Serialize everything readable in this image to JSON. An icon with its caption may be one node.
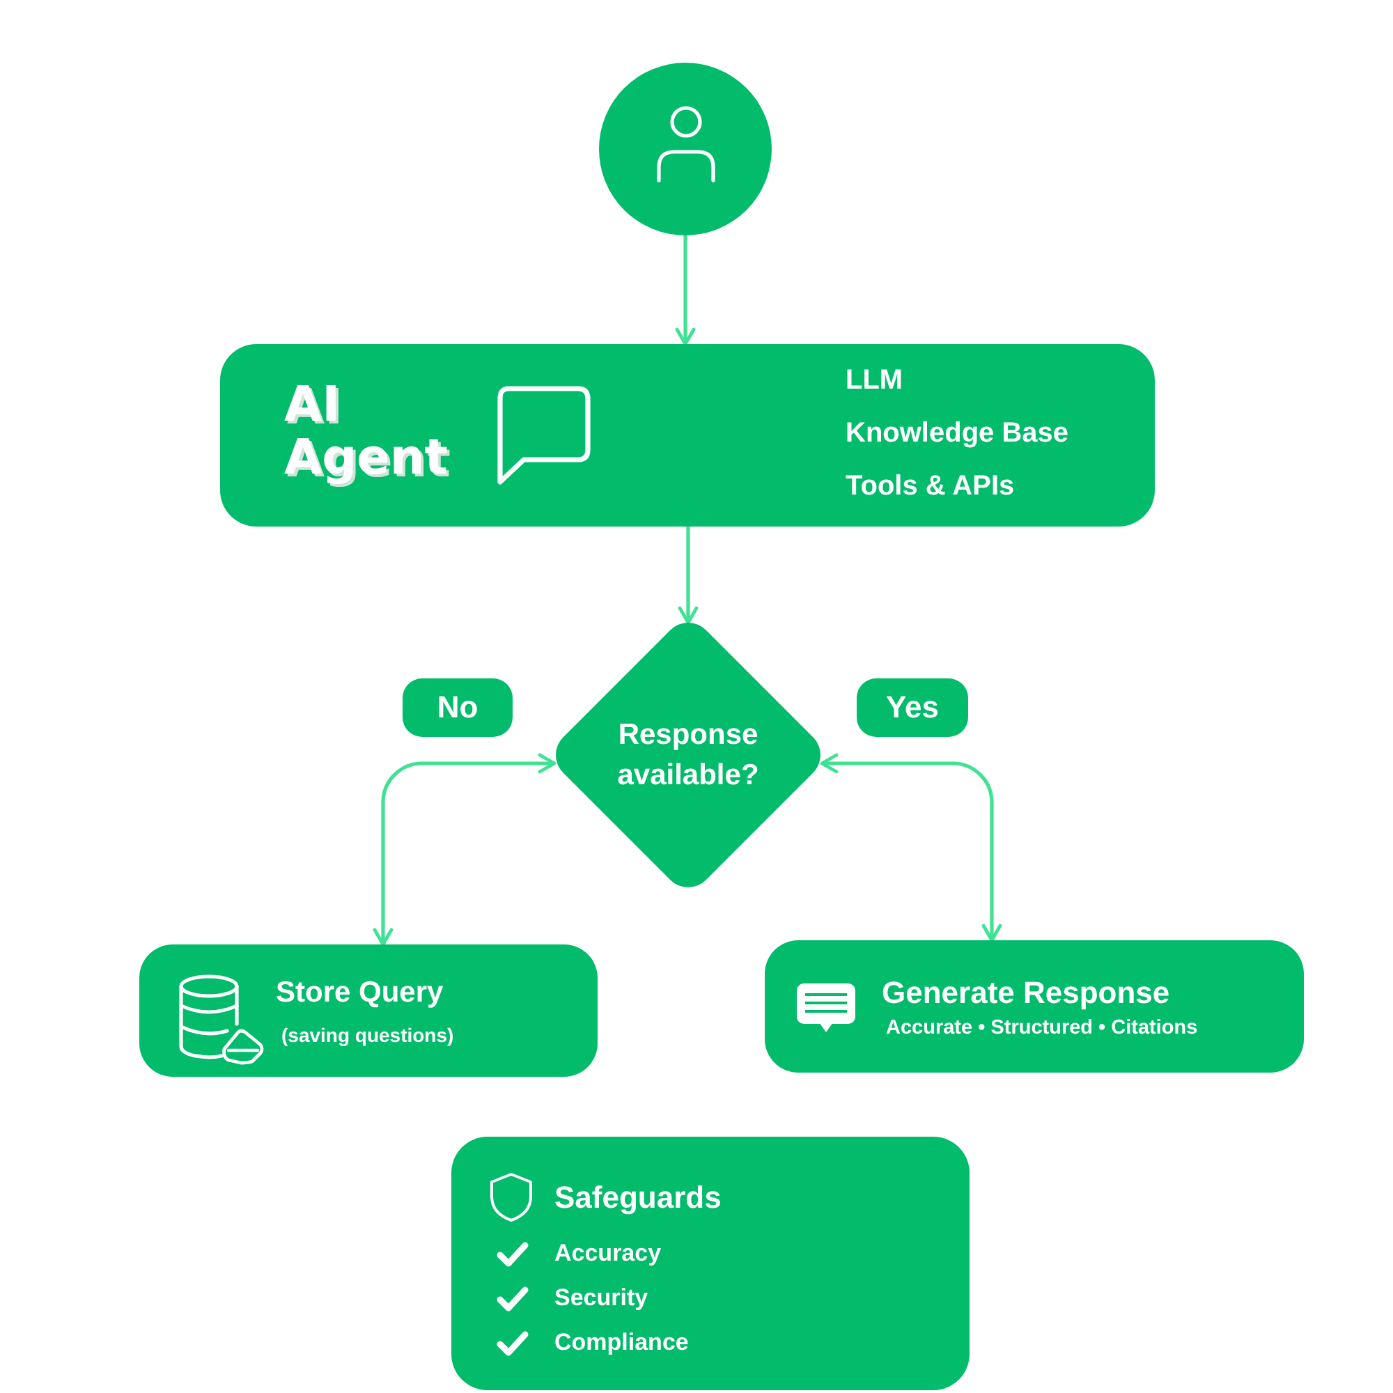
{
  "diagram": {
    "nodes": [
      {
        "text": [],
        "shape": "circle"
      },
      {
        "text": [
          "AI Agent",
          "LLM",
          "Knowledge Base",
          "Tools & APIs"
        ]
      },
      {
        "text": [
          "Response available?"
        ]
      },
      {
        "text": [
          "No"
        ]
      },
      {
        "text": [
          "Yes"
        ]
      },
      {
        "text": [
          "Store Query",
          "(saving questions)"
        ]
      },
      {
        "text": [
          "Generate Response",
          "Accurate • Structured • Citations"
        ]
      },
      {
        "text": [
          "Safeguards",
          "Accuracy",
          "Security",
          "Compliance"
        ]
      }
    ],
    "edges": [
      {
        "from": 0,
        "to": 1,
        "arrow": "to"
      },
      {
        "from": 1,
        "to": 2,
        "arrow": "to"
      },
      {
        "from": 2,
        "to": 5,
        "arrow": "both"
      },
      {
        "from": 2,
        "to": 6,
        "arrow": "both"
      }
    ]
  }
}
